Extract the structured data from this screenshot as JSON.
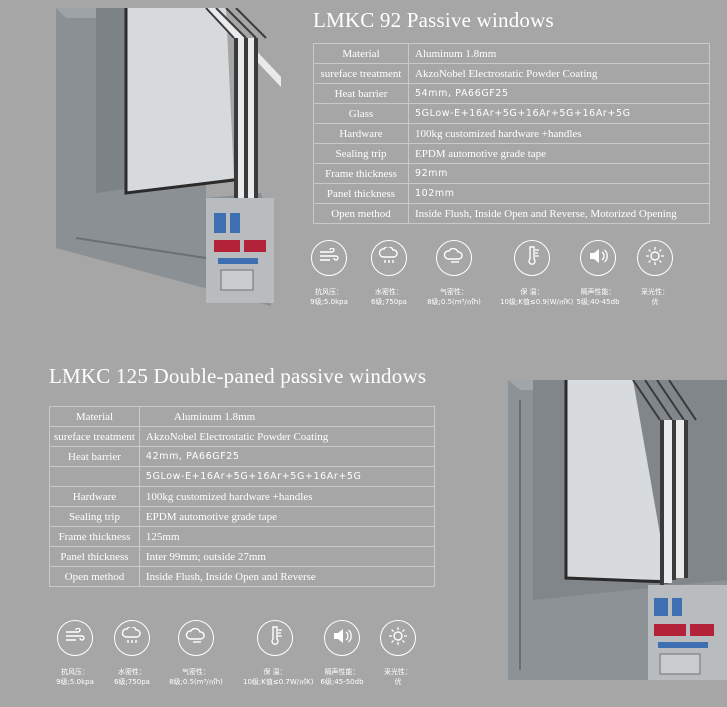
{
  "section1": {
    "title": "LMKC 92 Passive windows",
    "specs": [
      {
        "key": "Material",
        "value": "Aluminum 1.8mm"
      },
      {
        "key": "sureface treatment",
        "value": "AkzoNobel Electrostatic Powder Coating"
      },
      {
        "key": "Heat barrier",
        "value": "54mm, PA66GF25"
      },
      {
        "key": "Glass",
        "value": "5GLow-E+16Ar+5G+16Ar+5G+16Ar+5G"
      },
      {
        "key": "Hardware",
        "value": "100kg customized hardware +handles"
      },
      {
        "key": "Sealing trip",
        "value": "EPDM automotive grade tape"
      },
      {
        "key": "Frame thickness",
        "value": "92mm"
      },
      {
        "key": "Panel thickness",
        "value": "102mm"
      },
      {
        "key": "Open method",
        "value": "Inside Flush, Inside Open and Reverse, Motorized Opening"
      }
    ],
    "performance": [
      {
        "icon": "wind-icon",
        "label": "抗风压：",
        "value": "9级;5.0kpa"
      },
      {
        "icon": "rain-icon",
        "label": "水密性：",
        "value": "6级;750pa"
      },
      {
        "icon": "cloud-icon",
        "label": "气密性：",
        "value": "8级;0.5(m³/㎡h)"
      },
      {
        "icon": "thermometer-icon",
        "label": "保 温：",
        "value": "10级;K值≤0.9(W/㎡K)"
      },
      {
        "icon": "speaker-icon",
        "label": "隔声性能：",
        "value": "5级;40-45db"
      },
      {
        "icon": "sun-icon",
        "label": "采光性：",
        "value": "优"
      }
    ]
  },
  "section2": {
    "title": "LMKC 125 Double-paned passive windows",
    "specs": [
      {
        "key": "Material",
        "value": "Aluminum 1.8mm"
      },
      {
        "key": "sureface treatment",
        "value": "AkzoNobel Electrostatic Powder Coating"
      },
      {
        "key": "Heat barrier",
        "value": "42mm, PA66GF25"
      },
      {
        "key": "",
        "value": "5GLow-E+16Ar+5G+16Ar+5G+16Ar+5G"
      },
      {
        "key": "Hardware",
        "value": "100kg customized hardware +handles"
      },
      {
        "key": "Sealing trip",
        "value": "EPDM automotive grade tape"
      },
      {
        "key": "Frame thickness",
        "value": "125mm"
      },
      {
        "key": "Panel thickness",
        "value": "Inter 99mm; outside 27mm"
      },
      {
        "key": "Open method",
        "value": "Inside Flush, Inside Open and Reverse"
      }
    ],
    "performance": [
      {
        "icon": "wind-icon",
        "label": "抗风压：",
        "value": "9级;5.0kpa"
      },
      {
        "icon": "rain-icon",
        "label": "水密性：",
        "value": "6级;750pa"
      },
      {
        "icon": "cloud-icon",
        "label": "气密性：",
        "value": "8级;0.5(m³/㎡h)"
      },
      {
        "icon": "thermometer-icon",
        "label": "保 温：",
        "value": "10级;K值≤0.7W/㎡K)"
      },
      {
        "icon": "speaker-icon",
        "label": "隔声性能：",
        "value": "6级;45-50db"
      },
      {
        "icon": "sun-icon",
        "label": "采光性：",
        "value": "优"
      }
    ]
  },
  "colors": {
    "background": "#a6a6a6",
    "frame_gray": "#8a8f93",
    "glass": "#d9dde0",
    "gasket_red": "#b2233a",
    "insulation_blue": "#3f6fb3"
  }
}
